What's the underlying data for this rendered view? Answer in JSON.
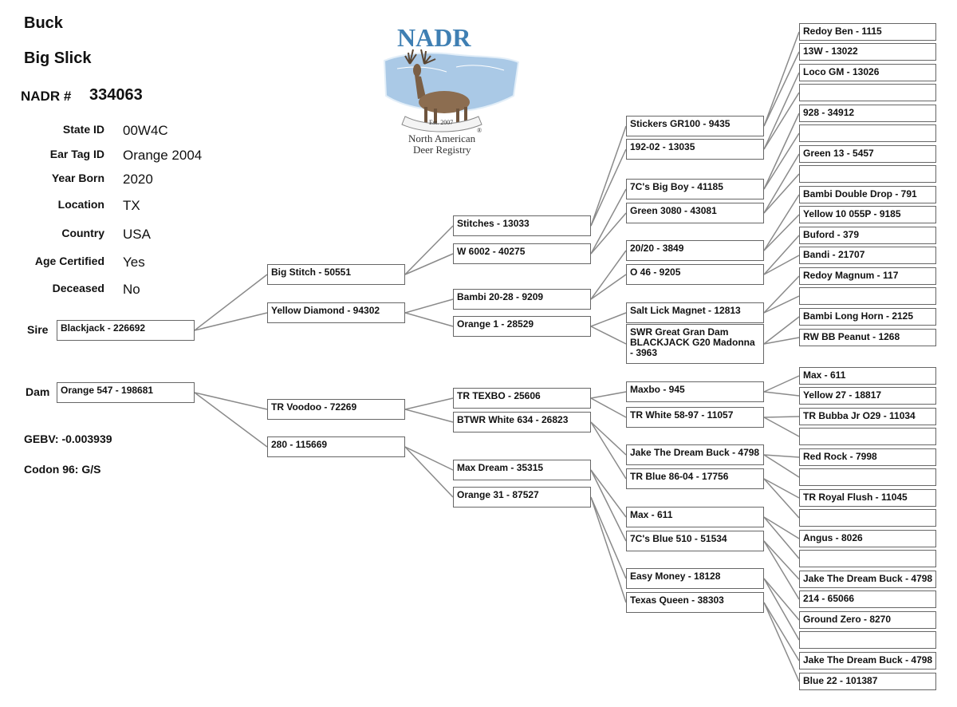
{
  "header": {
    "type_label": "Buck",
    "animal_name": "Big Slick",
    "nadr_label": "NADR #",
    "nadr_number": "334063"
  },
  "fields": [
    {
      "label": "State ID",
      "value": "00W4C"
    },
    {
      "label": "Ear Tag ID",
      "value": "Orange 2004"
    },
    {
      "label": "Year Born",
      "value": "2020"
    },
    {
      "label": "Location",
      "value": "TX"
    },
    {
      "label": "Country",
      "value": "USA"
    },
    {
      "label": "Age Certified",
      "value": "Yes"
    },
    {
      "label": "Deceased",
      "value": "No"
    }
  ],
  "sire_label": "Sire",
  "dam_label": "Dam",
  "gebv": "GEBV: -0.003939",
  "codon": "Codon 96: G/S",
  "logo": {
    "word": "NADR",
    "est": "Est. 2007",
    "registered": "®",
    "line1": "North American",
    "line2": "Deer Registry"
  },
  "pedigree": {
    "g1": [
      "Blackjack - 226692",
      "Orange 547 - 198681"
    ],
    "g2": [
      "Big Stitch - 50551",
      "Yellow Diamond - 94302",
      "TR Voodoo - 72269",
      "280 - 115669"
    ],
    "g3": [
      "Stitches - 13033",
      "W 6002 - 40275",
      "Bambi 20-28 - 9209",
      "Orange 1 - 28529",
      "TR TEXBO - 25606",
      "BTWR White 634 - 26823",
      "Max Dream - 35315",
      "Orange 31 - 87527"
    ],
    "g4": [
      "Stickers GR100 - 9435",
      "192-02 - 13035",
      "7C's Big Boy - 41185",
      "Green 3080 - 43081",
      "20/20 - 3849",
      "O 46 - 9205",
      "Salt Lick Magnet - 12813",
      "SWR Great Gran Dam BLACKJACK G20 Madonna - 3963",
      "Maxbo - 945",
      "TR White 58-97 - 11057",
      "Jake The Dream Buck - 4798",
      "TR Blue 86-04 - 17756",
      "Max - 611",
      "7C's Blue 510 - 51534",
      "Easy Money - 18128",
      "Texas Queen - 38303"
    ],
    "g5": [
      "Redoy Ben - 1115",
      "13W - 13022",
      "Loco GM - 13026",
      "",
      "928 - 34912",
      "",
      "Green 13 - 5457",
      "",
      "Bambi Double Drop - 791",
      "Yellow 10 055P - 9185",
      "Buford - 379",
      "Bandi - 21707",
      "Redoy Magnum - 117",
      "",
      "Bambi Long Horn - 2125",
      "RW BB Peanut - 1268",
      "Max - 611",
      "Yellow 27 - 18817",
      "TR Bubba Jr O29 - 11034",
      "",
      "Red Rock - 7998",
      "",
      "TR Royal Flush - 11045",
      "",
      "Angus - 8026",
      "",
      "Jake The Dream Buck - 4798",
      "214 - 65066",
      "Ground Zero - 8270",
      "",
      "Jake The Dream Buck - 4798",
      "Blue 22 - 101387"
    ]
  }
}
